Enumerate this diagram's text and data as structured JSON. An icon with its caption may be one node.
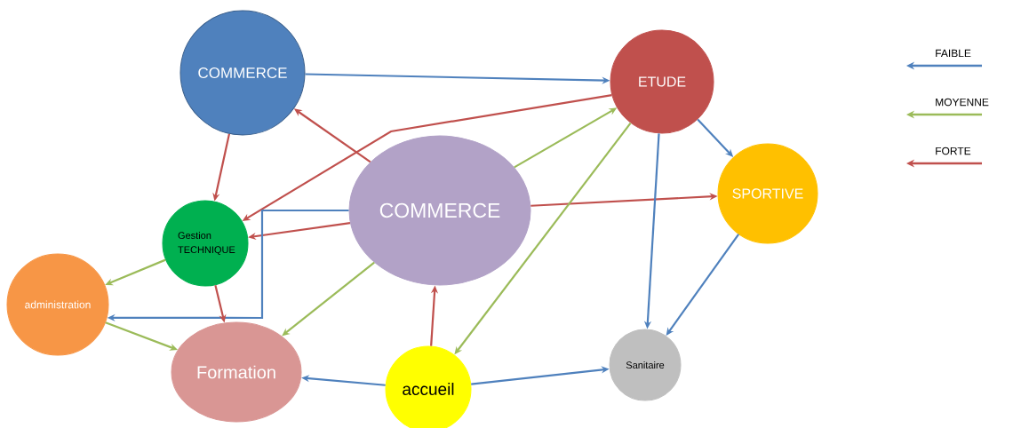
{
  "diagram": {
    "nodes": [
      {
        "text": [
          "COMMERCE"
        ]
      },
      {
        "text": [
          "ETUDE"
        ]
      },
      {
        "text": [
          "COMMERCE"
        ]
      },
      {
        "text": [
          "SPORTIVE"
        ]
      },
      {
        "text": [
          "Gestion TECHNIQUE"
        ]
      },
      {
        "text": [
          "administration"
        ]
      },
      {
        "text": [
          "Formation"
        ]
      },
      {
        "text": [
          "accueil"
        ]
      },
      {
        "text": [
          "Sanitaire"
        ]
      }
    ],
    "edges": [
      {
        "from": 0,
        "to": 1,
        "arrow": "to",
        "color": "#4f81bd"
      },
      {
        "from": 1,
        "to": 4,
        "arrow": "to",
        "color": "#c0504d"
      },
      {
        "from": 2,
        "to": 0,
        "arrow": "to",
        "color": "#c0504d"
      },
      {
        "from": 0,
        "to": 4,
        "arrow": "to",
        "color": "#c0504d"
      },
      {
        "from": 2,
        "to": 4,
        "arrow": "to",
        "color": "#c0504d"
      },
      {
        "from": 2,
        "to": 1,
        "arrow": "to",
        "color": "#9bbb59"
      },
      {
        "from": 1,
        "to": 3,
        "arrow": "to",
        "color": "#4f81bd"
      },
      {
        "from": 2,
        "to": 3,
        "arrow": "to",
        "color": "#c0504d"
      },
      {
        "from": 1,
        "to": 7,
        "arrow": "to",
        "color": "#9bbb59"
      },
      {
        "from": 1,
        "to": 8,
        "arrow": "to",
        "color": "#4f81bd"
      },
      {
        "from": 3,
        "to": 8,
        "arrow": "to",
        "color": "#4f81bd"
      },
      {
        "from": 2,
        "to": 5,
        "arrow": "to",
        "color": "#4f81bd"
      },
      {
        "from": 4,
        "to": 5,
        "arrow": "to",
        "color": "#9bbb59"
      },
      {
        "from": 4,
        "to": 6,
        "arrow": "to",
        "color": "#c0504d"
      },
      {
        "from": 2,
        "to": 6,
        "arrow": "to",
        "color": "#9bbb59"
      },
      {
        "from": 5,
        "to": 6,
        "arrow": "to",
        "color": "#9bbb59"
      },
      {
        "from": 7,
        "to": 6,
        "arrow": "to",
        "color": "#4f81bd"
      },
      {
        "from": 7,
        "to": 2,
        "arrow": "to",
        "color": "#c0504d"
      },
      {
        "from": 7,
        "to": 8,
        "arrow": "to",
        "color": "#4f81bd"
      }
    ],
    "legend": [
      {
        "text": "FAIBLE",
        "color": "#4f81bd"
      },
      {
        "text": "MOYENNE",
        "color": "#9bbb59"
      },
      {
        "text": "FORTE",
        "color": "#c0504d"
      }
    ]
  }
}
